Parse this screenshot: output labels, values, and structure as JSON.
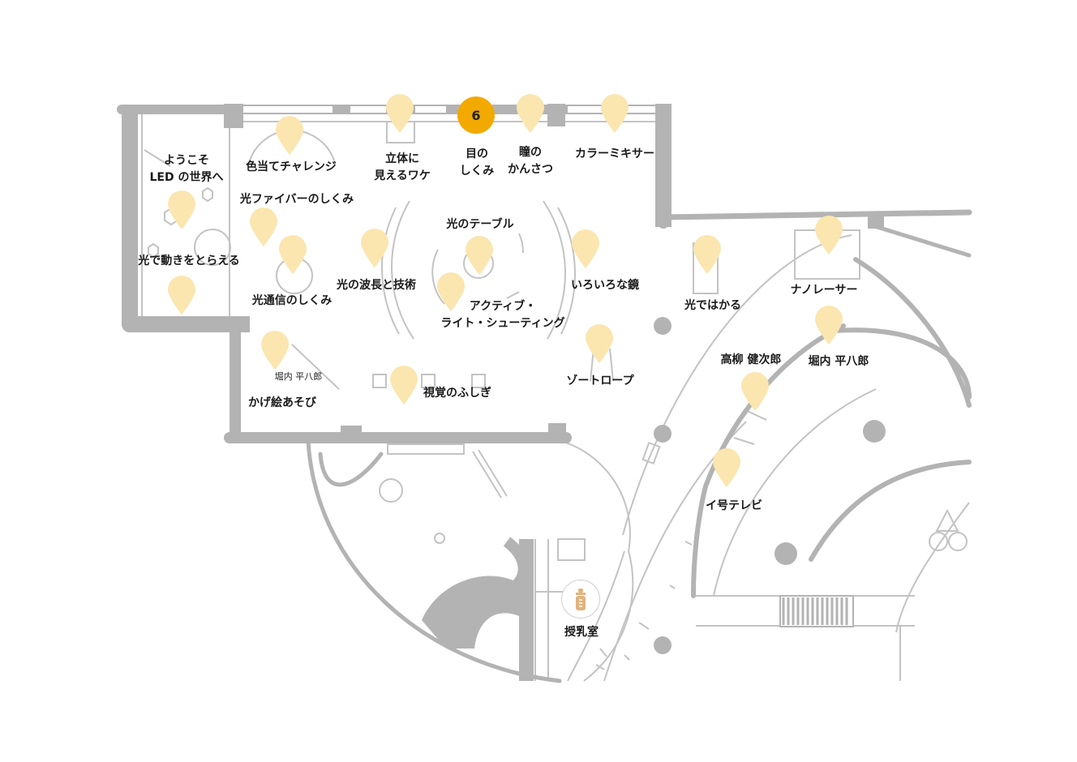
{
  "colors": {
    "wall": "#b3b3b3",
    "line": "#c3c3c3",
    "pin": "#fbe6b0",
    "badge": "#f2a900",
    "text": "#1a1a1a",
    "bottle": "#e2b37d"
  },
  "badge": {
    "label": "6"
  },
  "labels": [
    {
      "id": "welcome",
      "text": "ようこそ\nLED の世界へ"
    },
    {
      "id": "color-challenge",
      "text": "色当てチャレンジ"
    },
    {
      "id": "solid-view",
      "text": "立体に\n見えるワケ"
    },
    {
      "id": "eye-mechanism",
      "text": "目の\nしくみ"
    },
    {
      "id": "pupil-observation",
      "text": "瞳の\nかんさつ"
    },
    {
      "id": "color-mixer",
      "text": "カラーミキサー"
    },
    {
      "id": "optical-fiber",
      "text": "光ファイバーのしくみ"
    },
    {
      "id": "light-table",
      "text": "光のテーブル"
    },
    {
      "id": "motion-capture",
      "text": "光で動きをとらえる"
    },
    {
      "id": "wavelength-tech",
      "text": "光の波長と技術"
    },
    {
      "id": "optical-comm",
      "text": "光通信のしくみ"
    },
    {
      "id": "active-shooting",
      "text": "アクティブ・\nライト・シューティング"
    },
    {
      "id": "mirrors",
      "text": "いろいろな鏡"
    },
    {
      "id": "light-measure",
      "text": "光ではかる"
    },
    {
      "id": "nano-laser",
      "text": "ナノレーサー"
    },
    {
      "id": "horiuchi-1",
      "text": "堀内 平八郎"
    },
    {
      "id": "shadow-play",
      "text": "かげ絵あそび"
    },
    {
      "id": "visual-wonder",
      "text": "視覚のふしぎ"
    },
    {
      "id": "zoetrope",
      "text": "ゾートロープ"
    },
    {
      "id": "takayanagi",
      "text": "高柳 健次郎"
    },
    {
      "id": "horiuchi-2",
      "text": "堀内 平八郎"
    },
    {
      "id": "i-tv",
      "text": "イ号テレビ"
    },
    {
      "id": "nursing-room",
      "text": "授乳室"
    }
  ],
  "pins": [
    "welcome",
    "color-challenge",
    "solid-view",
    "pupil-observation",
    "color-mixer",
    "optical-fiber",
    "motion-capture-upper",
    "motion-capture-lower",
    "wavelength-tech",
    "optical-comm",
    "light-table",
    "active-shooting",
    "mirrors",
    "light-measure",
    "nano-laser",
    "horiuchi-1",
    "visual-wonder",
    "zoetrope",
    "horiuchi-2",
    "takayanagi",
    "i-tv"
  ],
  "icons": {
    "nursing": "baby-bottle-icon"
  }
}
